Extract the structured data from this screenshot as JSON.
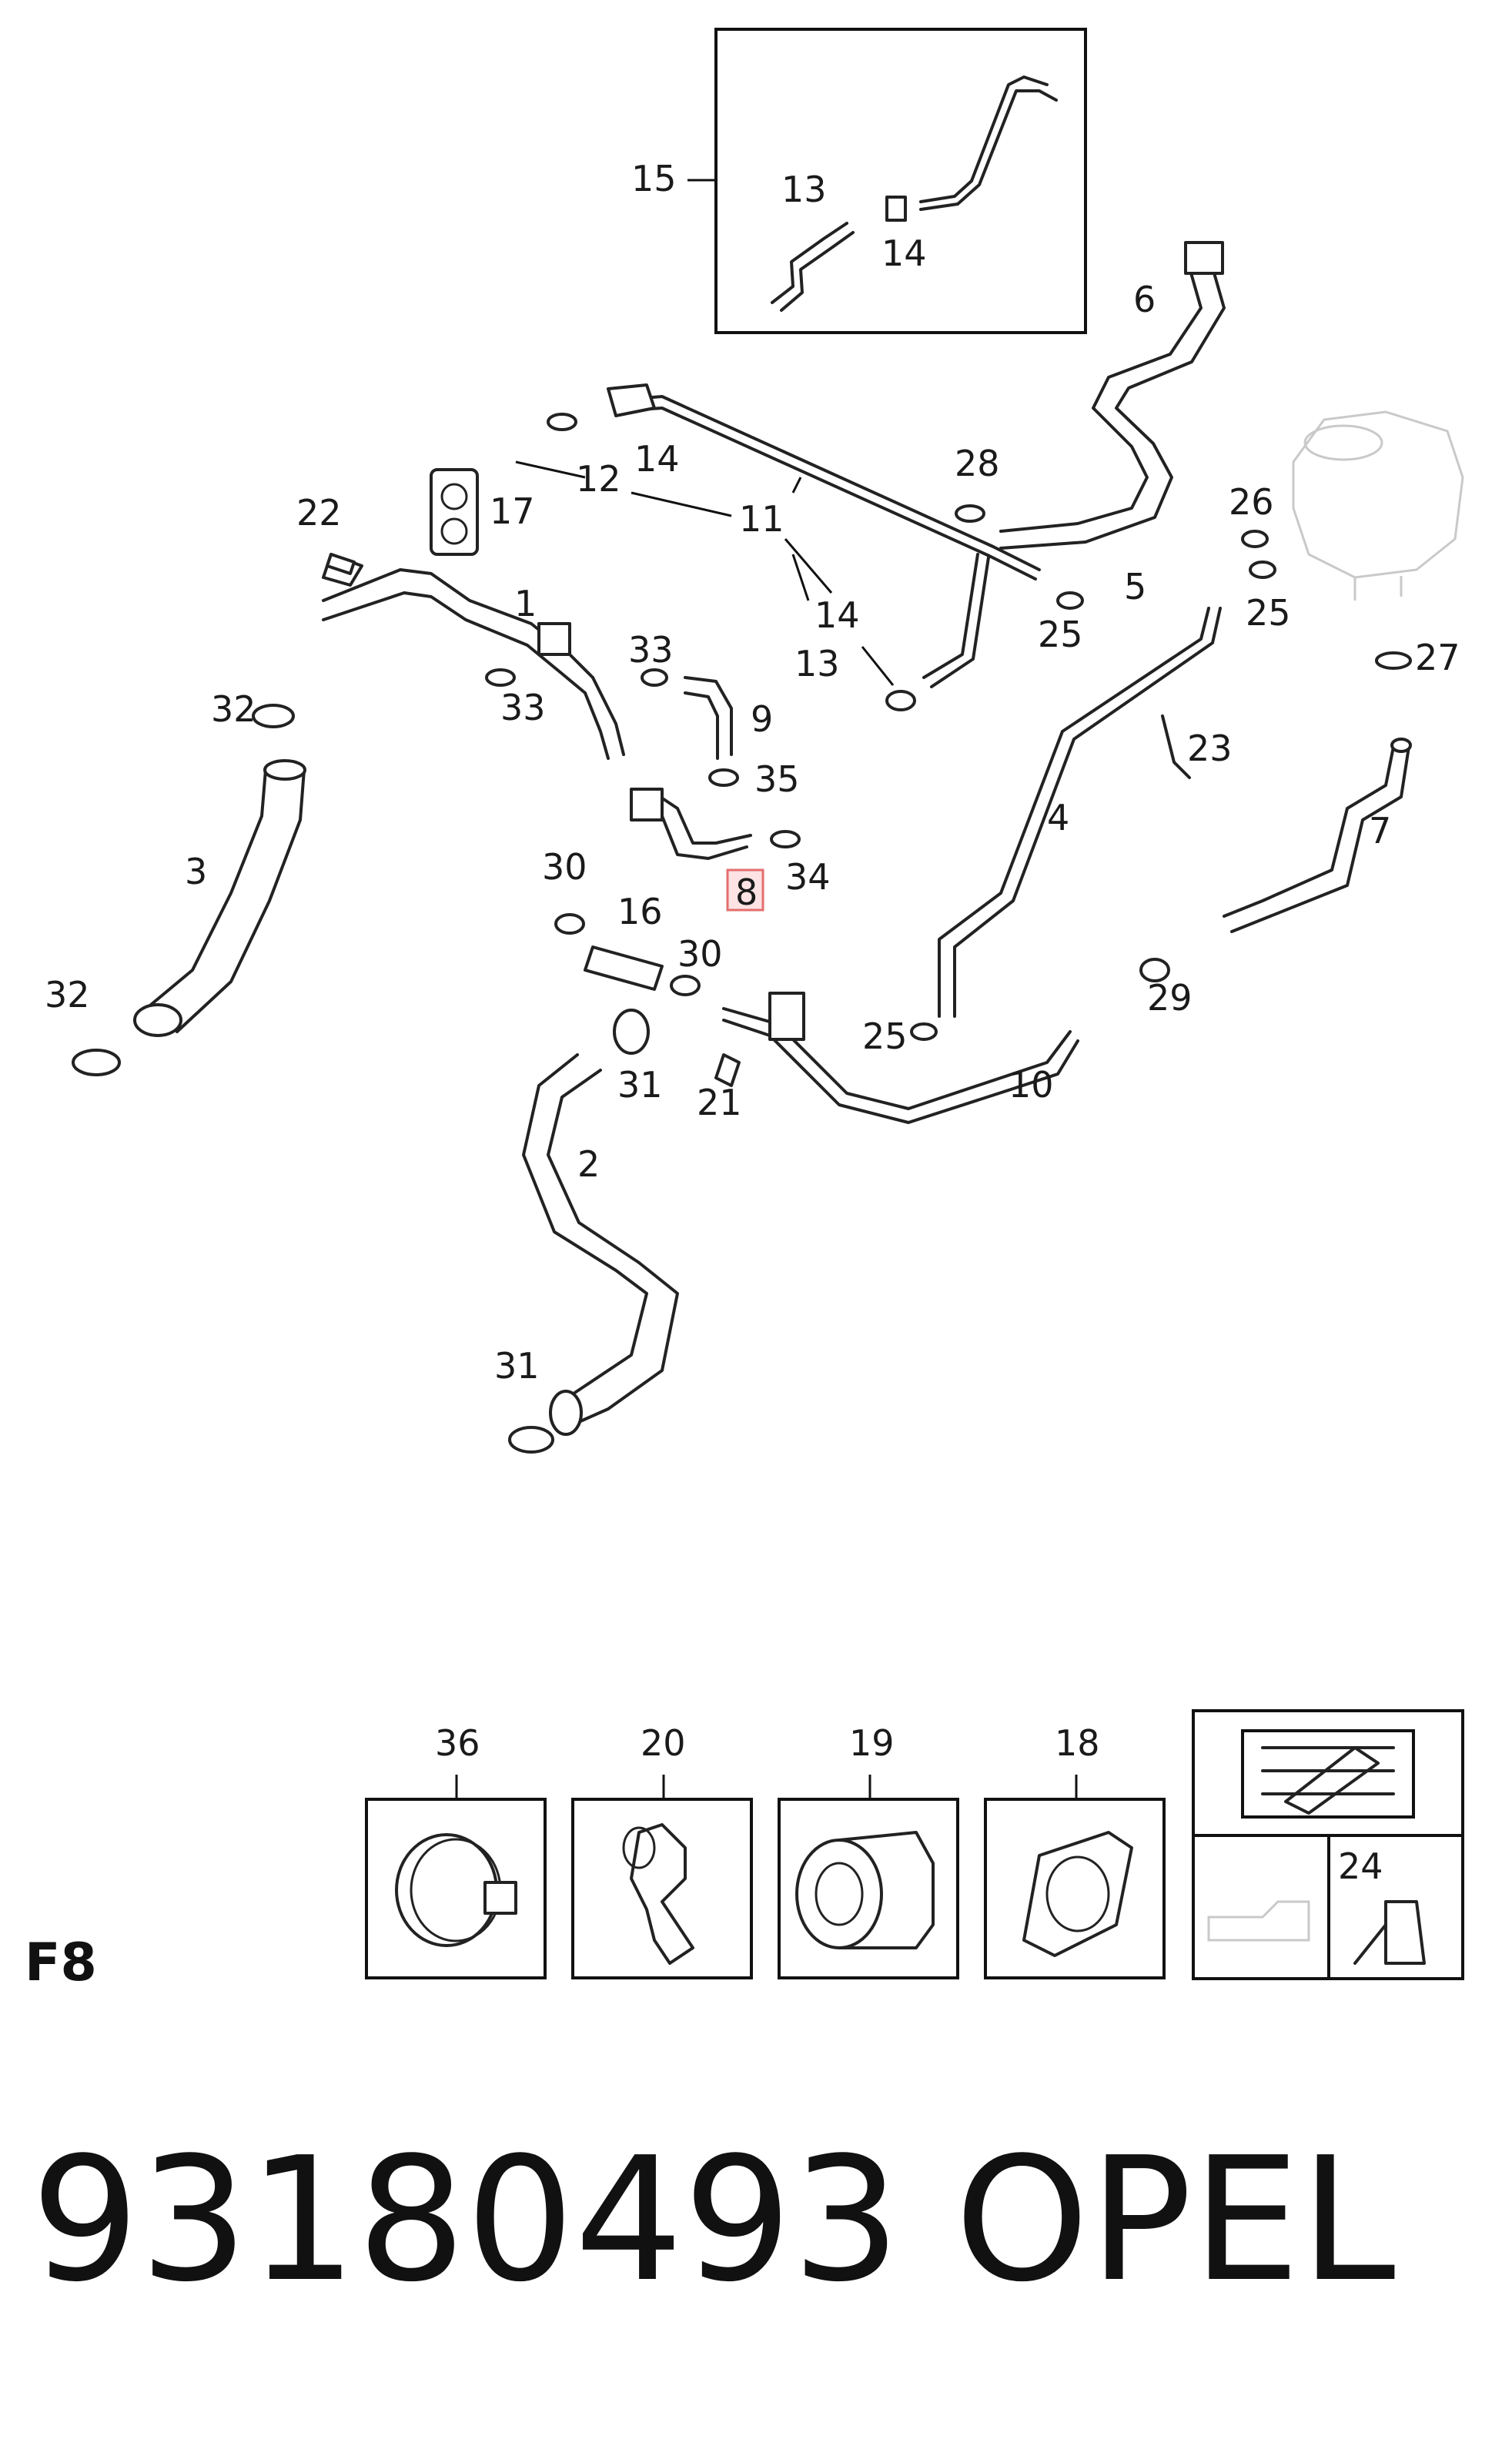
{
  "diagram": {
    "callouts": {
      "c1": "1",
      "c2": "2",
      "c3": "3",
      "c4": "4",
      "c5": "5",
      "c6": "6",
      "c7": "7",
      "c8": "8",
      "c9": "9",
      "c10": "10",
      "c11": "11",
      "c12": "12",
      "c13a": "13",
      "c13b": "13",
      "c14a": "14",
      "c14b": "14",
      "c14c": "14",
      "c15": "15",
      "c16": "16",
      "c17": "17",
      "c18": "18",
      "c19": "19",
      "c20": "20",
      "c21": "21",
      "c22": "22",
      "c23": "23",
      "c24": "24",
      "c25a": "25",
      "c25b": "25",
      "c25c": "25",
      "c26": "26",
      "c27": "27",
      "c28": "28",
      "c29": "29",
      "c30a": "30",
      "c30b": "30",
      "c31a": "31",
      "c31b": "31",
      "c32a": "32",
      "c32b": "32",
      "c33a": "33",
      "c33b": "33",
      "c34": "34",
      "c35": "35",
      "c36": "36"
    },
    "highlighted_part": "8",
    "highlight_color": "#e46e6e",
    "section_code": "F8"
  },
  "footer": {
    "part_number": "93180493",
    "brand": "OPEL"
  }
}
